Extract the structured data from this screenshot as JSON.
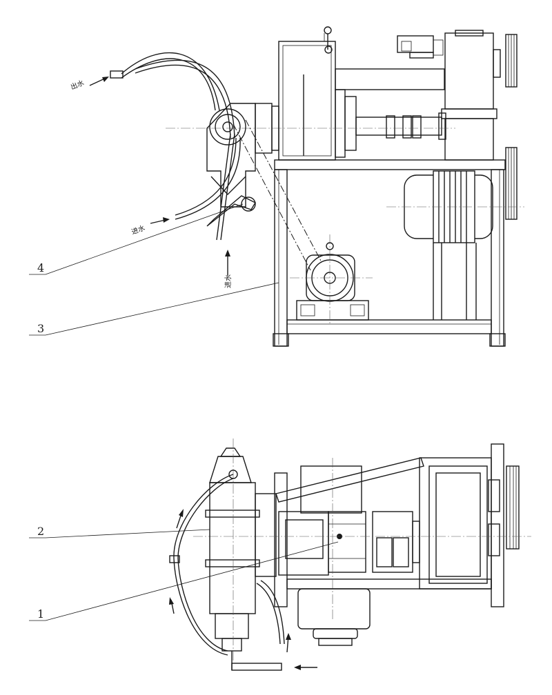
{
  "labels": {
    "num1": "1",
    "num2": "2",
    "num3": "3",
    "num4": "4",
    "water_out": "出水",
    "water_in_a": "进水",
    "water_in_b": "进水"
  },
  "colors": {
    "line": "#1a1a1a",
    "background": "#ffffff"
  }
}
